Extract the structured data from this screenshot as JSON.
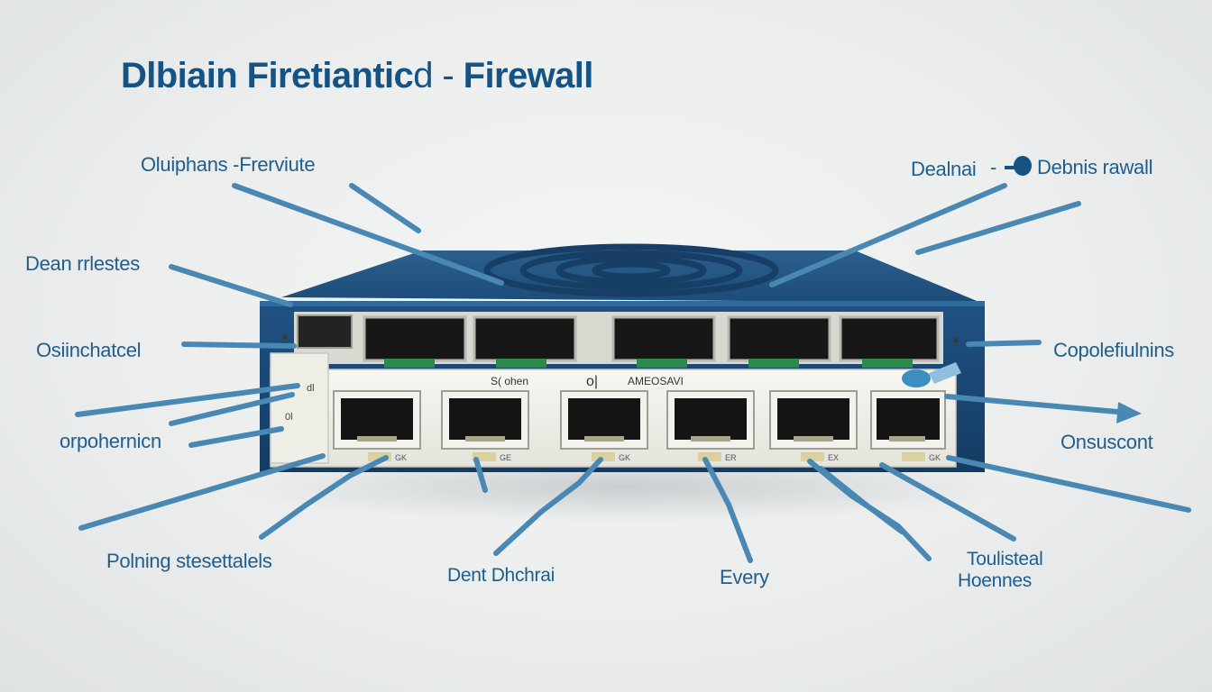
{
  "title": {
    "main": "Dlbiain Firetiantic",
    "separator": "d - ",
    "tail": "Firewall"
  },
  "labels": {
    "top_left": "Oluiphans -Frerviute",
    "left_1": "Dean rrlestes",
    "left_2": "Osiinchatcel",
    "left_3": "orpohernicn",
    "bottom_left": "Polning stesettalels",
    "bottom_center": "Dent Dhchrai",
    "bottom_mid": "Every",
    "bottom_right_line1": "Toulisteal",
    "bottom_right_line2": "Hoennes",
    "top_right_a": "Dealnai",
    "top_right_sep": "-",
    "top_right_b": "Debnis rawall",
    "right_1": "Copolefiulnins",
    "right_2": "Onsuscont"
  },
  "device": {
    "face_text_1": "S( ohen",
    "face_text_2": "AMEOSAVI",
    "face_logo": "o|",
    "side_text": "dl",
    "side_text_2": "0l",
    "port_tags": [
      "GK",
      "GE",
      "GK",
      "ER",
      "EX",
      "GK"
    ],
    "colors": {
      "chassis": "#1f4f7c",
      "faceplate": "#f1f0ea",
      "port": "#161616",
      "pcb": "#2c8a4a",
      "cable": "#4a88b4",
      "label": "#1f5e8c"
    }
  }
}
